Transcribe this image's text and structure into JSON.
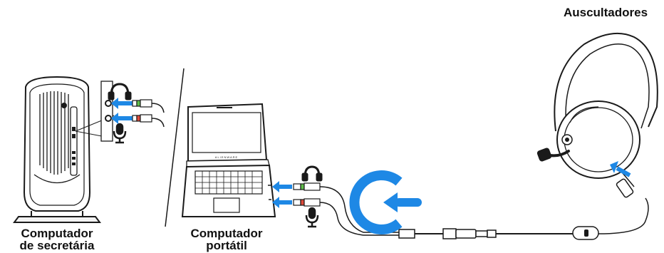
{
  "labels": {
    "headset": "Auscultadores",
    "desktop_line1": "Computador",
    "desktop_line2": "de secretária",
    "laptop_line1": "Computador",
    "laptop_line2": "portátil",
    "laptop_brand": "ALIENWARE"
  },
  "colors": {
    "arrow": "#1e88e5",
    "outline": "#1a1a1a",
    "headphone_plug_band": "#5fbf4a",
    "mic_plug_band": "#e04a3a"
  },
  "icons": [
    "headphones-icon",
    "microphone-icon",
    "connect-arrow-icon"
  ]
}
